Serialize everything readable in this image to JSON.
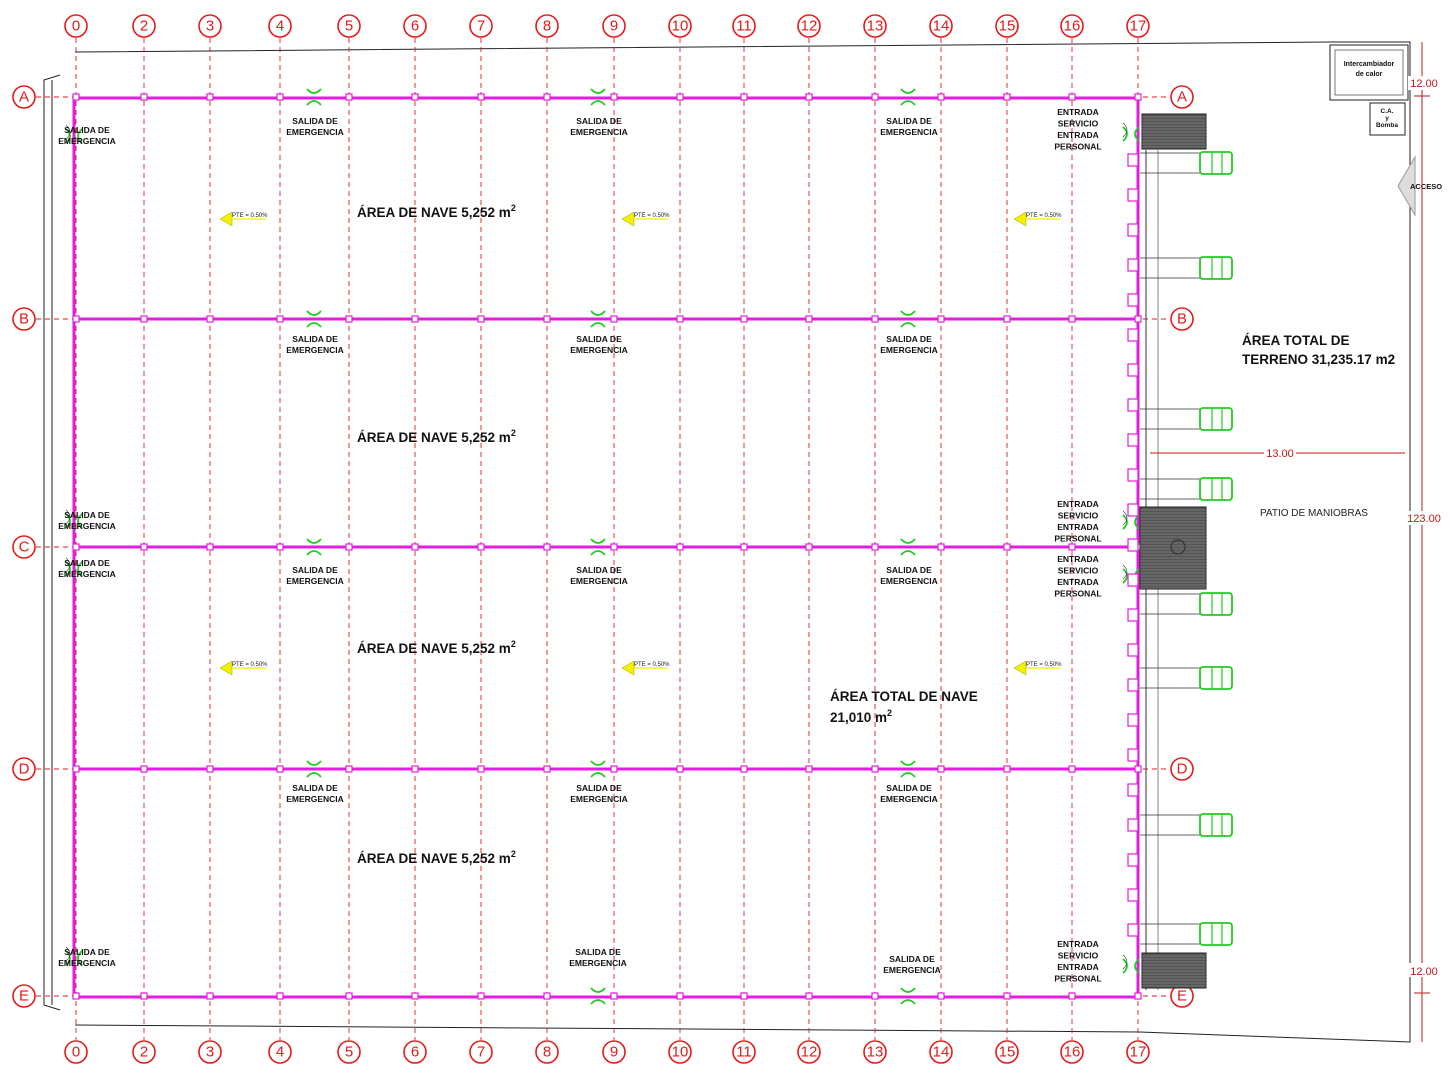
{
  "grid": {
    "columns": [
      "0",
      "2",
      "3",
      "4",
      "5",
      "6",
      "7",
      "8",
      "9",
      "10",
      "11",
      "12",
      "13",
      "14",
      "15",
      "16",
      "17"
    ],
    "rows": [
      "A",
      "B",
      "C",
      "D",
      "E"
    ]
  },
  "areas": {
    "nave_label": "ÁREA DE NAVE 5,252 m",
    "nave_sup": "2",
    "total_nave_l1": "ÁREA TOTAL DE NAVE",
    "total_nave_l2": "21,010 m",
    "total_nave_sup": "2",
    "terreno_l1": "ÁREA TOTAL DE",
    "terreno_l2": "TERRENO 31,235.17 m2",
    "patio": "PATIO DE MANIOBRAS"
  },
  "labels": {
    "salida_l1": "SALIDA DE",
    "salida_l2": "EMERGENCIA",
    "entrada_l1": "ENTRADA",
    "entrada_l2": "SERVICIO",
    "entrada_l3": "ENTRADA",
    "entrada_l4": "PERSONAL",
    "pte": "PTE = 0.50%",
    "intercambiador_l1": "Intercambiador",
    "intercambiador_l2": "de calor",
    "ca_l1": "C.A.",
    "ca_l2": "y",
    "ca_l3": "Bomba",
    "acceso": "ACCESO"
  },
  "dimensions": {
    "d_top": "12.00",
    "d_mid": "123.00",
    "d_bottom": "12.00",
    "d_horizontal": "13.00"
  },
  "colors": {
    "grid": "#e31b1b",
    "wall": "#e21de0",
    "exit": "#1fcc1f",
    "truck": "#22cc22",
    "arrow": "#f2f200"
  }
}
